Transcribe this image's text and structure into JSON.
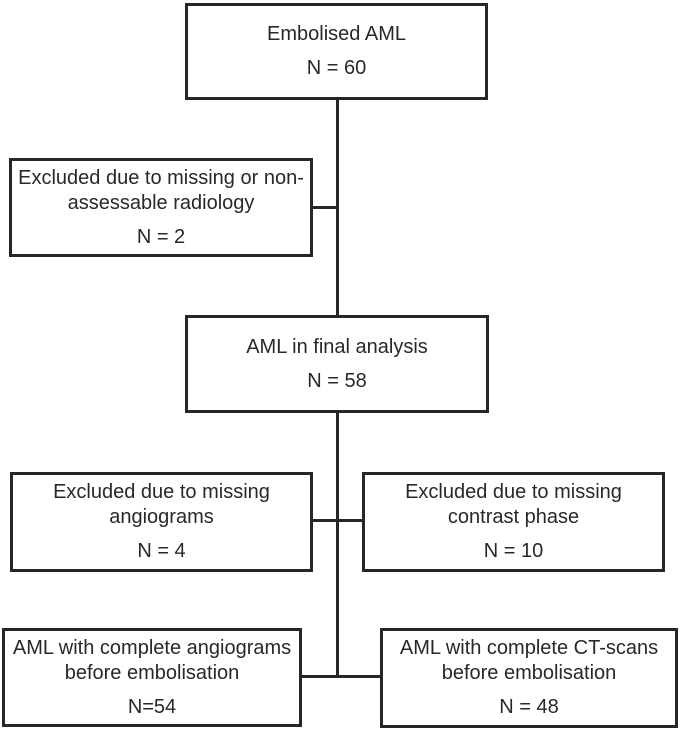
{
  "diagram": {
    "type": "flowchart",
    "description": "Patient flow diagram for embolised AML study",
    "colors": {
      "line": "#2a2627",
      "text": "#2b2728",
      "background": "#ffffff"
    },
    "nodes": {
      "embolised_aml": {
        "lines": [
          "Embolised AML"
        ],
        "count": "N = 60"
      },
      "excluded_radiology": {
        "lines": [
          "Excluded due to missing or non-",
          "assessable radiology"
        ],
        "count": "N = 2"
      },
      "final_analysis": {
        "lines": [
          "AML in final analysis"
        ],
        "count": "N = 58"
      },
      "excluded_angiograms": {
        "lines": [
          "Excluded due to missing",
          "angiograms"
        ],
        "count": "N = 4"
      },
      "excluded_contrast": {
        "lines": [
          "Excluded due to missing",
          "contrast phase"
        ],
        "count": "N = 10"
      },
      "complete_angiograms": {
        "lines": [
          "AML with complete angiograms",
          "before embolisation"
        ],
        "count": "N=54"
      },
      "complete_ct": {
        "lines": [
          "AML with complete CT-scans",
          "before embolisation"
        ],
        "count": "N = 48"
      }
    },
    "edges": [
      "embolised_aml -> final_analysis",
      "excluded_radiology branches left off spine",
      "final_analysis -> bottom row",
      "excluded_angiograms branches left off spine",
      "excluded_contrast branches right off spine",
      "spine ends joining complete_angiograms and complete_ct"
    ]
  }
}
